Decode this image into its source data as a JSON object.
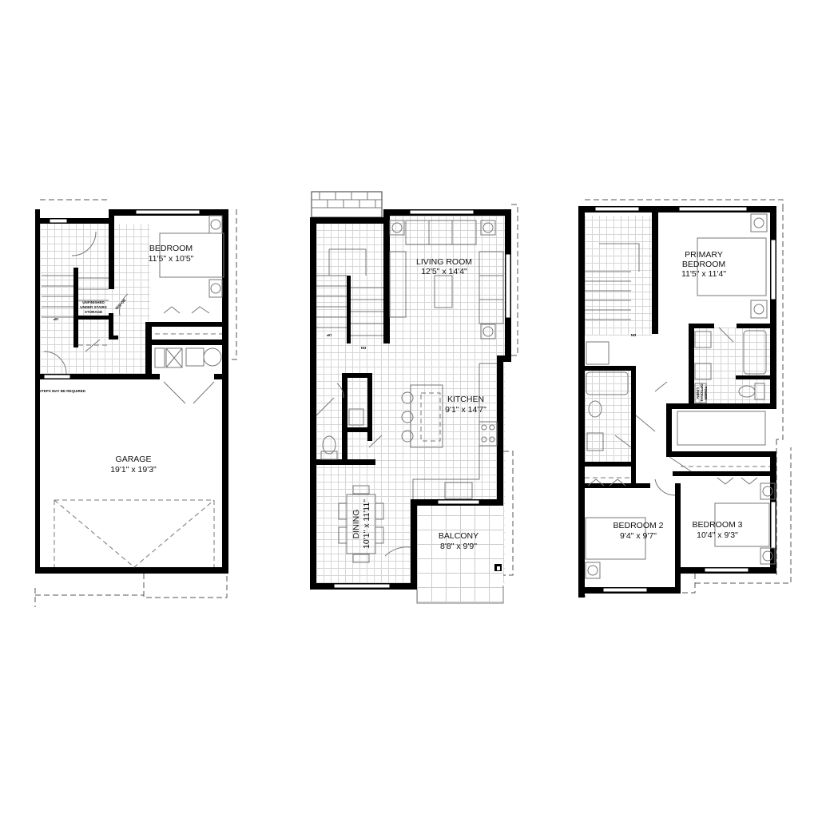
{
  "plans": {
    "lower": {
      "rooms": [
        {
          "name": "BEDROOM",
          "dims": "11'5\" x 10'5\""
        },
        {
          "name": "GARAGE",
          "dims": "19'1\" x 19'3\""
        }
      ],
      "notes": {
        "storage": [
          "UNFINISHED",
          "UNDER STAIRS",
          "STORAGE"
        ],
        "steps": "STEPS MAY BE REQUIRED",
        "door_note": "W/D OR",
        "stair_up": "UP"
      }
    },
    "main": {
      "rooms": [
        {
          "name": "LIVING ROOM",
          "dims": "12'5\" x 14'4\""
        },
        {
          "name": "KITCHEN",
          "dims": "9'1\" x 14'7\""
        },
        {
          "name": "DINING",
          "dims": "10'1\" x 11'11\""
        },
        {
          "name": "BALCONY",
          "dims": "8'8\" x 9'9\""
        }
      ],
      "notes": {
        "stair_up": "UP",
        "stair_down": "DN"
      }
    },
    "upper": {
      "rooms": [
        {
          "name": "PRIMARY",
          "name2": "BEDROOM",
          "dims": "11'5\" x 11'4\""
        },
        {
          "name": "BEDROOM 2",
          "dims": "9'4\" x 9'7\""
        },
        {
          "name": "BEDROOM 3",
          "dims": "10'4\" x 9'3\""
        }
      ],
      "notes": {
        "linen": [
          "OPTIONAL",
          "LINEN",
          "TOWER"
        ],
        "stair_down": "DN"
      }
    }
  }
}
